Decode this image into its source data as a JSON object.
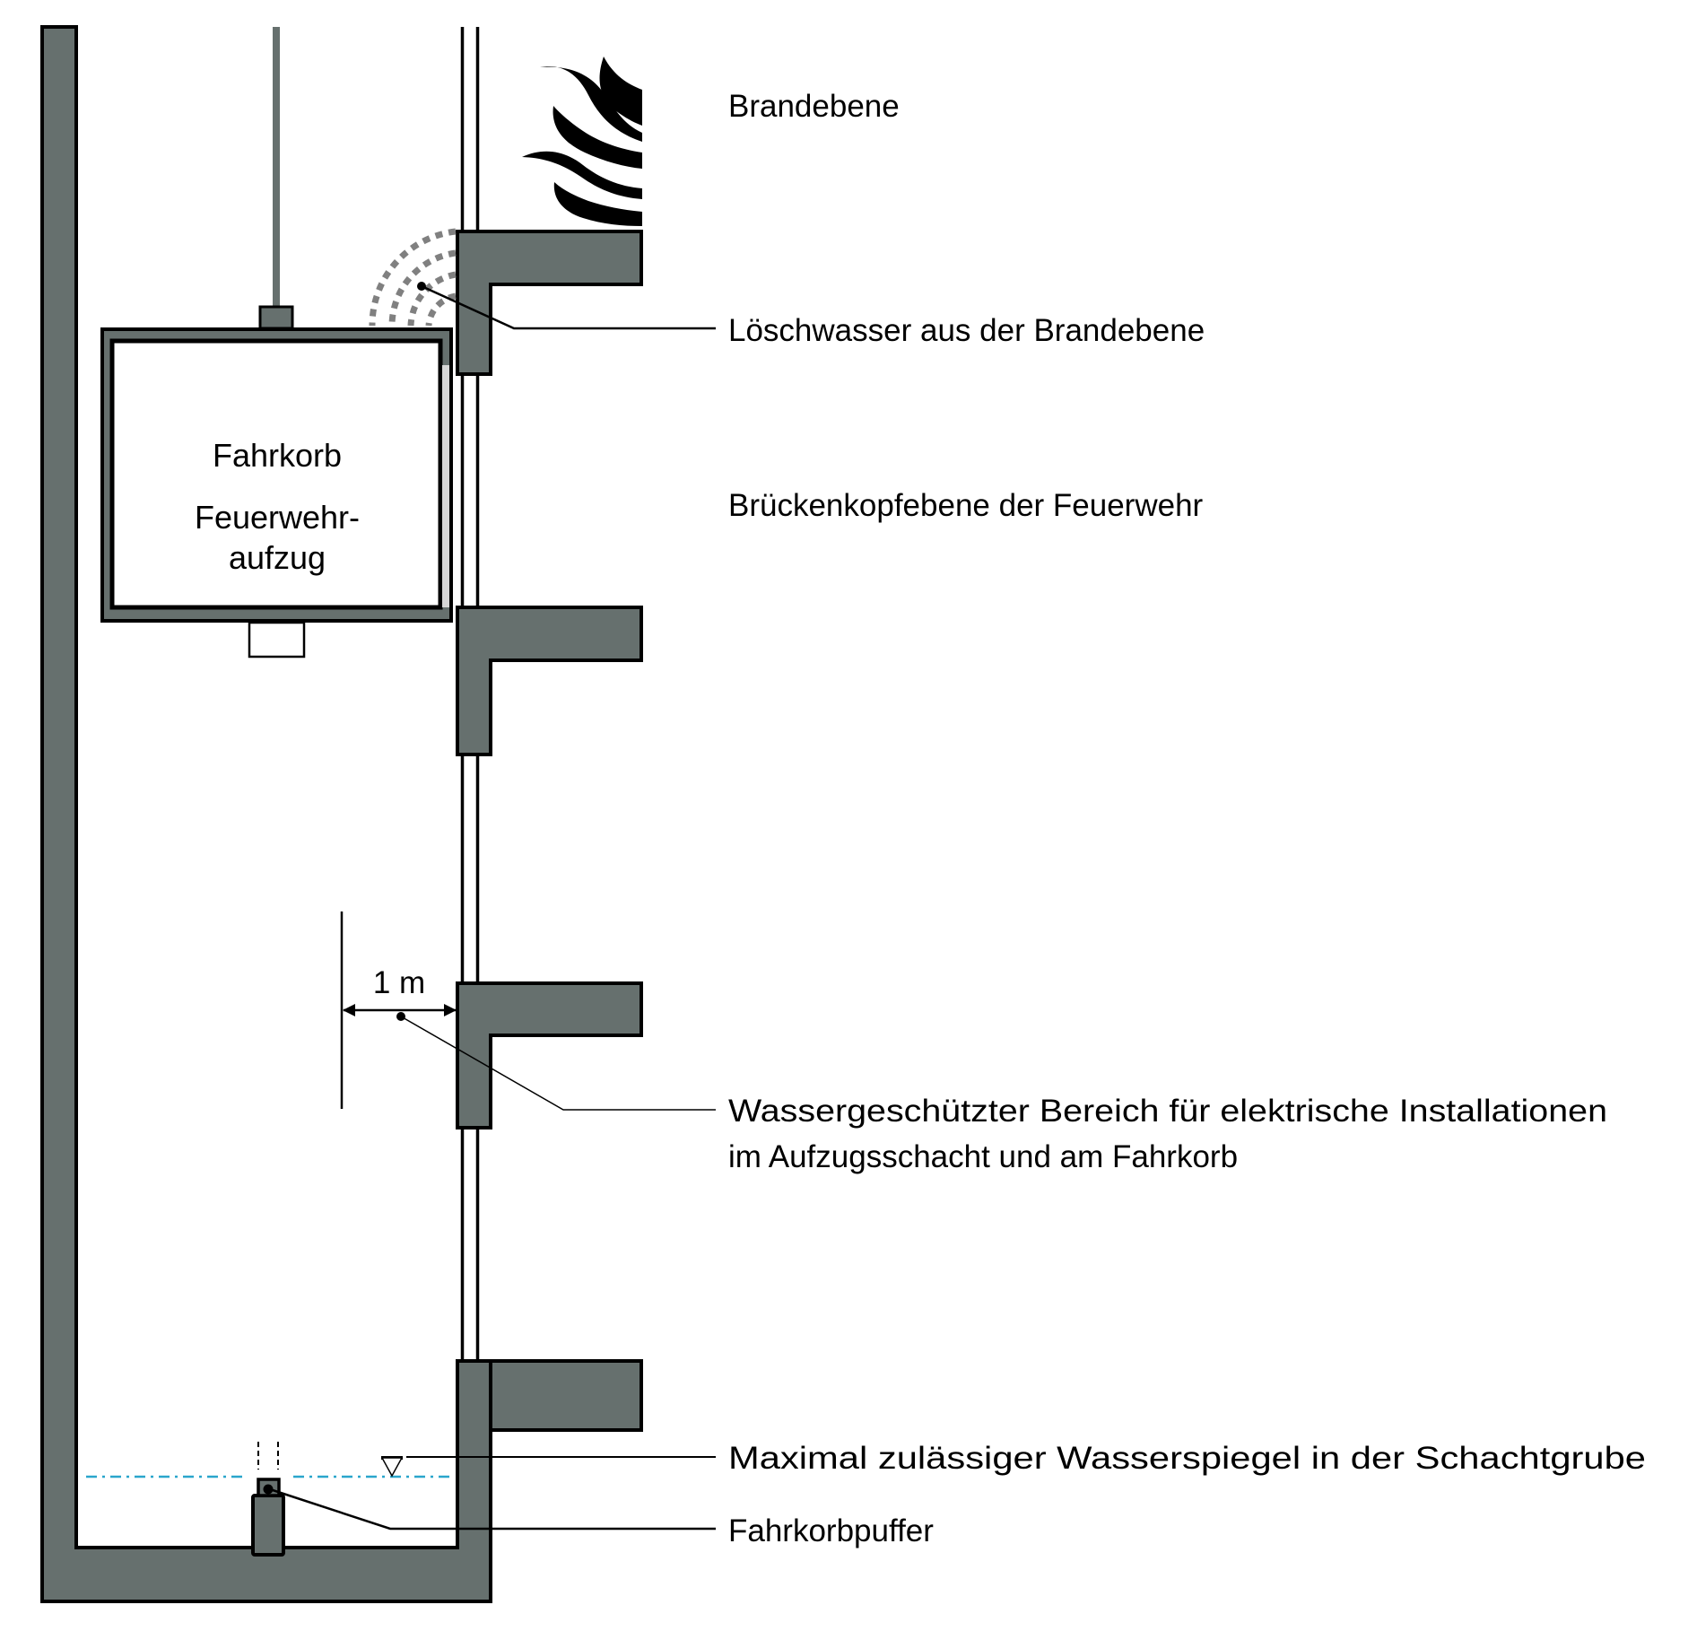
{
  "diagram": {
    "type": "section-drawing",
    "subject": "Feuerwehraufzug im Aufzugsschacht",
    "colors": {
      "concrete": "#66706e",
      "outline": "#000000",
      "water_spray": "#808080",
      "water_level_line": "#2aa6cc",
      "car_side_strip": "#d6d6d6",
      "background": "#ffffff"
    },
    "car": {
      "label_line1": "Fahrkorb",
      "label_line2": "Feuerwehr-",
      "label_line3": "aufzug"
    },
    "dimension": {
      "label": "1 m",
      "value_m": 1
    },
    "labels": {
      "fire_level": "Brandebene",
      "extinguishing_water": "Löschwasser aus der Brandebene",
      "bridgehead_level": "Brückenkopfebene der Feuerwehr",
      "protected_zone_line1": "Wassergeschützter Bereich für elektrische Installationen",
      "protected_zone_line2": "im Aufzugsschacht und am Fahrkorb",
      "max_water_level": "Maximal zulässiger Wasserspiegel in der Schachtgrube",
      "car_buffer": "Fahrkorbpuffer"
    },
    "icons": {
      "fire": "flame-icon",
      "water_level": "water-level-triangle-icon",
      "water_spray": "water-spray-icon"
    },
    "floor_count": 4
  }
}
